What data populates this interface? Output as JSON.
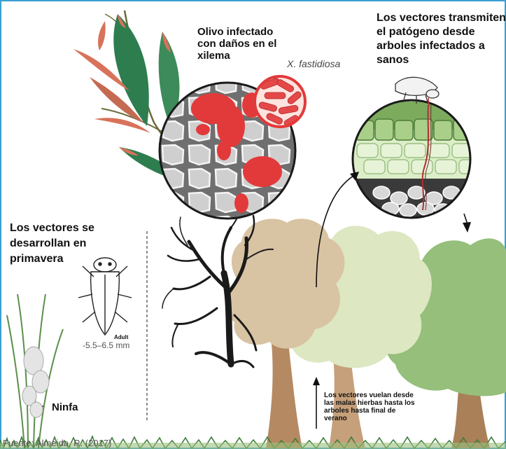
{
  "labels": {
    "infected_olive": [
      "Olivo infectado",
      "con daños en el",
      "xilema"
    ],
    "pathogen_name": "X. fastidiosa",
    "vectors_transmit": [
      "Los vectores transmiten",
      "el patógeno desde",
      "arboles infectados a",
      "sanos"
    ],
    "vectors_develop": [
      "Los vectores se",
      "desarrollan en",
      "primavera"
    ],
    "adult_tag": "Adult",
    "adult_size": "-5.5–6.5 mm",
    "nymph": "Ninfa",
    "vectors_fly": [
      "Los vectores vuelan desde",
      "las malas hierbas  hasta los",
      "arboles hasta final de",
      "verano"
    ],
    "source": "Fuente: Almeida, R. (2017)"
  },
  "colors": {
    "border": "#3a9fd0",
    "leaf_green": "#2e7d4f",
    "leaf_tip": "#d8725a",
    "bacteria": "#e23a3a",
    "dead_tree": "#1a1a1a",
    "sick_tree": "#d8c3a3",
    "mid_tree": "#dde7c2",
    "healthy_tree": "#95bf7a",
    "trunk": "#b58a63"
  },
  "icons": [
    "olive-branch-icon",
    "xylem-cells-icon",
    "bacteria-icon",
    "leafhopper-icon",
    "tree-icon",
    "grass-icon",
    "arrow-icon"
  ]
}
